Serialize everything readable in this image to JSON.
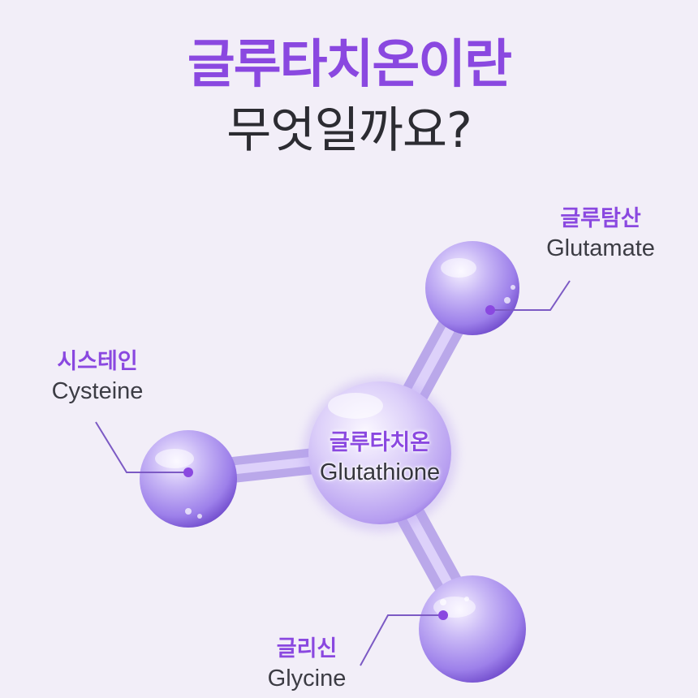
{
  "title": {
    "line1": "글루타치온이란",
    "line2": "무엇일까요?"
  },
  "molecule": {
    "center": {
      "korean": "글루타치온",
      "english": "Glutathione"
    },
    "nodes": [
      {
        "id": "glutamate",
        "korean": "글루탐산",
        "english": "Glutamate"
      },
      {
        "id": "cysteine",
        "korean": "시스테인",
        "english": "Cysteine"
      },
      {
        "id": "glycine",
        "korean": "글리신",
        "english": "Glycine"
      }
    ]
  },
  "colors": {
    "background": "#f2eef8",
    "accent": "#8a48e0",
    "sphere": "#a98ff0",
    "sphere_dark": "#6a44c8",
    "text_dark": "#2c2c32"
  }
}
